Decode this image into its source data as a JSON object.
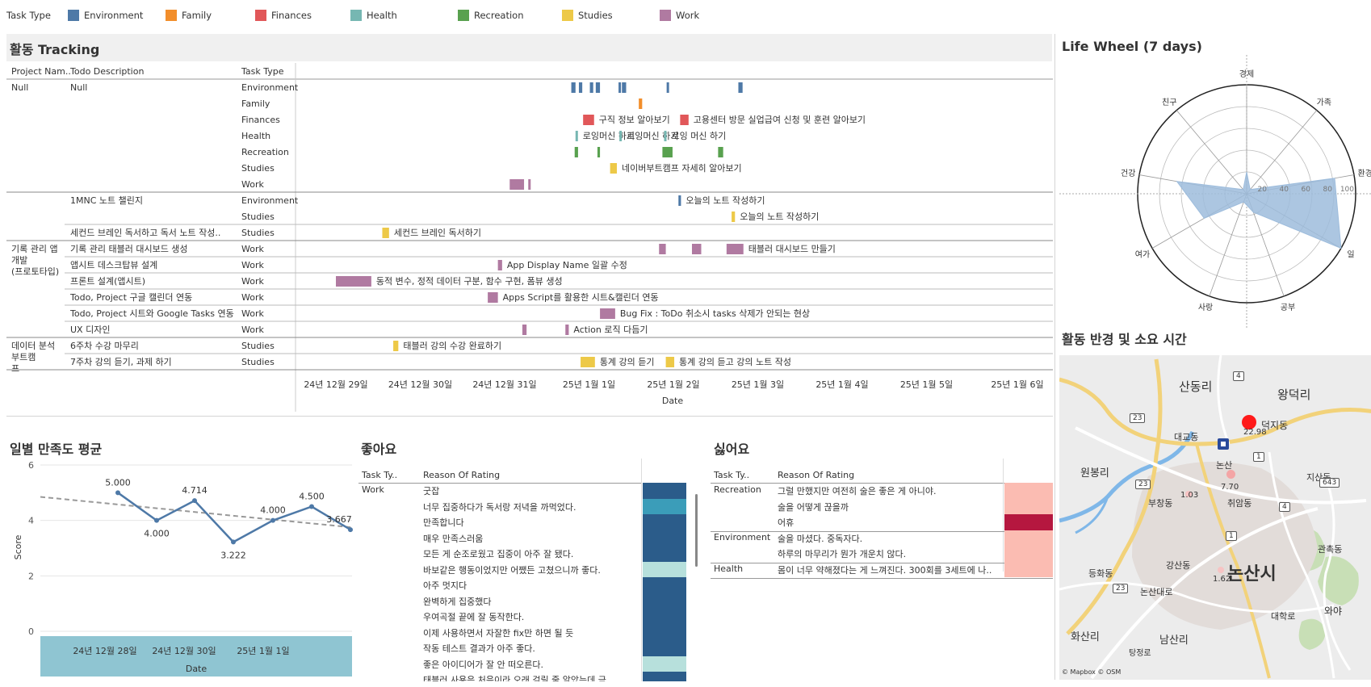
{
  "legend": {
    "title": "Task Type",
    "items": [
      {
        "label": "Environment",
        "color": "#4e79a7"
      },
      {
        "label": "Family",
        "color": "#f28e2b"
      },
      {
        "label": "Finances",
        "color": "#e15759"
      },
      {
        "label": "Health",
        "color": "#76b7b2"
      },
      {
        "label": "Recreation",
        "color": "#59a14f"
      },
      {
        "label": "Studies",
        "color": "#edc948"
      },
      {
        "label": "Work",
        "color": "#b07aa1"
      }
    ]
  },
  "titles": {
    "gantt": "활동 Tracking",
    "wheel": "Life Wheel (7 days)",
    "map": "활동 반경 및 소요 시간",
    "satisfaction": "일별 만족도 평균",
    "likes": "좋아요",
    "dislikes": "싫어요"
  },
  "gantt": {
    "headers": {
      "project": "Project Nam..",
      "todo": "Todo Description",
      "type": "Task Type"
    },
    "axis_title": "Date",
    "ticks": [
      "24년 12월 29일",
      "24년 12월 30일",
      "24년 12월 31일",
      "25년 1월 1일",
      "25년 1월 2일",
      "25년 1월 3일",
      "25년 1월 4일",
      "25년 1월 5일",
      "25년 1월 6일"
    ],
    "groups": [
      {
        "project": "Null",
        "todos": [
          {
            "todo": "Null",
            "rows": [
              {
                "type": "Environment",
                "bars": [
                  [
                    2.79,
                    0.05
                  ],
                  [
                    2.88,
                    0.04
                  ],
                  [
                    3.01,
                    0.04
                  ],
                  [
                    3.08,
                    0.05
                  ],
                  [
                    3.35,
                    0.02
                  ],
                  [
                    3.39,
                    0.05
                  ],
                  [
                    3.92,
                    0.02
                  ],
                  [
                    4.77,
                    0.05
                  ]
                ],
                "label": ""
              },
              {
                "type": "Family",
                "bars": [
                  [
                    3.59,
                    0.04
                  ]
                ],
                "label": ""
              },
              {
                "type": "Finances",
                "bars": [
                  [
                    2.93,
                    0.13
                  ]
                ],
                "label": "구직 정보 알아보기",
                "bars2": [
                  [
                    4.08,
                    0.1
                  ]
                ],
                "label2": "고용센터 방문 실업급여 신청 및 훈련 알아보기"
              },
              {
                "type": "Health",
                "bars": [
                  [
                    2.84,
                    0.02
                  ]
                ],
                "label": "로잉머신 하기",
                "bars2": [
                  [
                    3.36,
                    0.02
                  ]
                ],
                "label2": "로잉머신 하기",
                "bars3": [
                  [
                    3.89,
                    0.02
                  ]
                ],
                "label3": "로잉 머신 하기"
              },
              {
                "type": "Recreation",
                "bars": [
                  [
                    2.83,
                    0.04
                  ],
                  [
                    3.1,
                    0.03
                  ],
                  [
                    3.87,
                    0.12
                  ],
                  [
                    4.53,
                    0.06
                  ]
                ],
                "label": ""
              },
              {
                "type": "Studies",
                "bars": [
                  [
                    3.25,
                    0.08
                  ]
                ],
                "label": "네이버부트캠프 자세히 알아보기"
              },
              {
                "type": "Work",
                "bars": [
                  [
                    2.06,
                    0.17
                  ],
                  [
                    2.28,
                    0.02
                  ]
                ],
                "label": ""
              }
            ]
          }
        ]
      },
      {
        "project": "",
        "todos": [
          {
            "todo": "1MNC 노트 챌린지",
            "rows": [
              {
                "type": "Environment",
                "bars": [
                  [
                    4.06,
                    0.03
                  ]
                ],
                "label": "오늘의 노트 작성하기"
              },
              {
                "type": "Studies",
                "bars": [
                  [
                    4.69,
                    0.04
                  ]
                ],
                "label": "오늘의 노트 작성하기"
              }
            ]
          },
          {
            "todo": "세컨드 브레인 독서하고 독서 노트 작성..",
            "rows": [
              {
                "type": "Studies",
                "bars": [
                  [
                    0.55,
                    0.08
                  ]
                ],
                "label": "세컨드 브레인 독서하기"
              }
            ]
          }
        ]
      },
      {
        "project": "기록 관리 앱 개발(프로토타입)",
        "todos": [
          {
            "todo": "기록 관리 태블러 대시보드 생성",
            "rows": [
              {
                "type": "Work",
                "bars": [
                  [
                    3.83,
                    0.08
                  ],
                  [
                    4.22,
                    0.11
                  ],
                  [
                    4.63,
                    0.2
                  ]
                ],
                "label": "태블러 대시보드 만들기"
              }
            ]
          },
          {
            "todo": "앱시트 데스크탑뷰 설계",
            "rows": [
              {
                "type": "Work",
                "bars": [
                  [
                    1.92,
                    0.05
                  ]
                ],
                "label": "App Display Name 일괄 수정"
              }
            ]
          },
          {
            "todo": "프론트 설계(앱시트)",
            "rows": [
              {
                "type": "Work",
                "bars": [
                  [
                    0.0,
                    0.42
                  ]
                ],
                "label": "동적 변수, 정적 데이터 구분, 함수 구현, 폼뷰 생성"
              }
            ]
          },
          {
            "todo": "Todo, Project 구글 캘린더 연동",
            "rows": [
              {
                "type": "Work",
                "bars": [
                  [
                    1.8,
                    0.12
                  ]
                ],
                "label": "Apps Script를 활용한 시트&캘린더 연동"
              }
            ]
          },
          {
            "todo": "Todo, Project 시트와 Google Tasks 연동",
            "rows": [
              {
                "type": "Work",
                "bars": [
                  [
                    3.13,
                    0.18
                  ]
                ],
                "label": "Bug Fix : ToDo 취소시 tasks 삭제가 안되는 현상"
              }
            ]
          },
          {
            "todo": "UX 디자인",
            "rows": [
              {
                "type": "Work",
                "bars": [
                  [
                    2.21,
                    0.05
                  ],
                  [
                    2.72,
                    0.04
                  ]
                ],
                "label": "Action 로직 다듬기"
              }
            ]
          }
        ]
      },
      {
        "project": "데이터 분석 부트캠프",
        "todos": [
          {
            "todo": "6주차 수강 마무리",
            "rows": [
              {
                "type": "Studies",
                "bars": [
                  [
                    0.68,
                    0.06
                  ]
                ],
                "label": "태블러 강의 수강 완료하기"
              }
            ]
          },
          {
            "todo": "7주차 강의 듣기, 과제 하기",
            "rows": [
              {
                "type": "Studies",
                "bars": [
                  [
                    2.9,
                    0.17
                  ]
                ],
                "label": "통계 강의 듣기",
                "bars2": [
                  [
                    3.91,
                    0.1
                  ]
                ],
                "label2": "통계 강의 듣고 강의 노트 작성"
              }
            ]
          }
        ]
      }
    ]
  },
  "chart_data": [
    {
      "type": "line",
      "title": "일별 만족도 평균",
      "xlabel": "Date",
      "ylabel": "Score",
      "ylim": [
        0,
        6
      ],
      "yticks": [
        "0",
        "2",
        "4",
        "6"
      ],
      "xticks": [
        "24년 12월 28일",
        "24년 12월 30일",
        "25년 1월 1일"
      ],
      "x": [
        "24-12-28",
        "24-12-29",
        "24-12-30",
        "24-12-31",
        "25-01-01",
        "25-01-02",
        "25-01-03"
      ],
      "values": [
        5.0,
        4.0,
        4.714,
        3.222,
        4.0,
        4.5,
        3.667
      ],
      "labels": [
        "5.000",
        "4.000",
        "4.714",
        "3.222",
        "4.000",
        "4.500",
        "3.667"
      ],
      "trend": [
        4.85,
        3.75
      ]
    },
    {
      "type": "radar",
      "title": "Life Wheel (7 days)",
      "categories": [
        "경제",
        "가족",
        "환경",
        "일",
        "공부",
        "사랑",
        "여가",
        "건강",
        "친구"
      ],
      "values": [
        20,
        5,
        82,
        100,
        18,
        8,
        45,
        65,
        5
      ],
      "rticks": [
        "20",
        "40",
        "60",
        "80",
        "100"
      ],
      "fill": "#9dbcdc"
    },
    {
      "type": "table",
      "title": "좋아요",
      "columns": [
        "Task Ty..",
        "Reason Of Rating"
      ],
      "group": "Work",
      "rows": [
        "굿잡",
        "너무 집중하다가 독서랑 저녁을 까먹었다.",
        "만족합니다",
        "매우 만족스러움",
        "모든 게 순조로웠고 집중이 아주 잘 됐다.",
        "바보같은 행동이었지만 어쨌든 고쳤으니까 좋다.",
        "아주 멋지다",
        "완벽하게 집중했다",
        "우여곡절 끝에 잘 동작한다.",
        "이제 사용하면서 자잘한 fix만 하면 될 듯",
        "작동 테스트 결과가 아주 좋다.",
        "좋은 아이디어가 잘 안 떠오른다.",
        "태블러 사용은 처음이라 오래 걸릴 줄 알았는데 금.."
      ],
      "colors": [
        "#2b5c8a",
        "#3b9db9",
        "#2b5c8a",
        "#2b5c8a",
        "#2b5c8a",
        "#b7e0dc",
        "#2b5c8a",
        "#2b5c8a",
        "#2b5c8a",
        "#2b5c8a",
        "#2b5c8a",
        "#b7e0dc",
        "#2b5c8a"
      ]
    },
    {
      "type": "table",
      "title": "싫어요",
      "columns": [
        "Task Ty..",
        "Reason Of Rating"
      ],
      "groups": [
        {
          "name": "Recreation",
          "rows": [
            "그럴 만했지만 여전히 술은 좋은 게 아니야.",
            "술을 어떻게 끊을까",
            "어휴"
          ],
          "colors": [
            "#fbbcb2",
            "#fbbcb2",
            "#b5173f"
          ]
        },
        {
          "name": "Environment",
          "rows": [
            "술을 마셨다. 중독자다.",
            "하루의 마무리가 뭔가 개운치 않다."
          ],
          "colors": [
            "#fbbcb2",
            "#fbbcb2"
          ]
        },
        {
          "name": "Health",
          "rows": [
            "몸이 너무 약해졌다는 게 느껴진다. 300회를 3세트에 나.."
          ],
          "colors": [
            "#fbbcb2"
          ]
        }
      ]
    }
  ],
  "map": {
    "labels": {
      "sandong": "산동리",
      "wangdeok": "왕덕리",
      "deokji": "덕지동",
      "daegyo": "대교동",
      "wonbong": "원봉리",
      "nonsan_station": "논산",
      "jisan": "지산동",
      "bucheong": "부창동",
      "chwiam": "취암동",
      "gwanchok": "관촉동",
      "deungwha": "등화동",
      "gangsan": "강산동",
      "nonsan_city": "논산시",
      "nonsandaero": "논산대로",
      "hwasan": "화산리",
      "namsan": "남산리",
      "daehakro": "대학로",
      "waya": "와야",
      "tangjeong": "탕정로"
    },
    "routes": [
      "4",
      "23",
      "23",
      "643",
      "1",
      "1",
      "23",
      "4"
    ],
    "points": [
      {
        "name": "deokji",
        "value": "22.98",
        "color": "#ff1a1a"
      },
      {
        "name": "nonsan",
        "value": "7.70",
        "color": "#f4a5a5"
      },
      {
        "name": "bucheong",
        "value": "1.03",
        "color": "#f7c3c3"
      },
      {
        "name": "gangsan",
        "value": "1.62",
        "color": "#f7c3c3"
      }
    ],
    "attribution": "© Mapbox © OSM"
  }
}
